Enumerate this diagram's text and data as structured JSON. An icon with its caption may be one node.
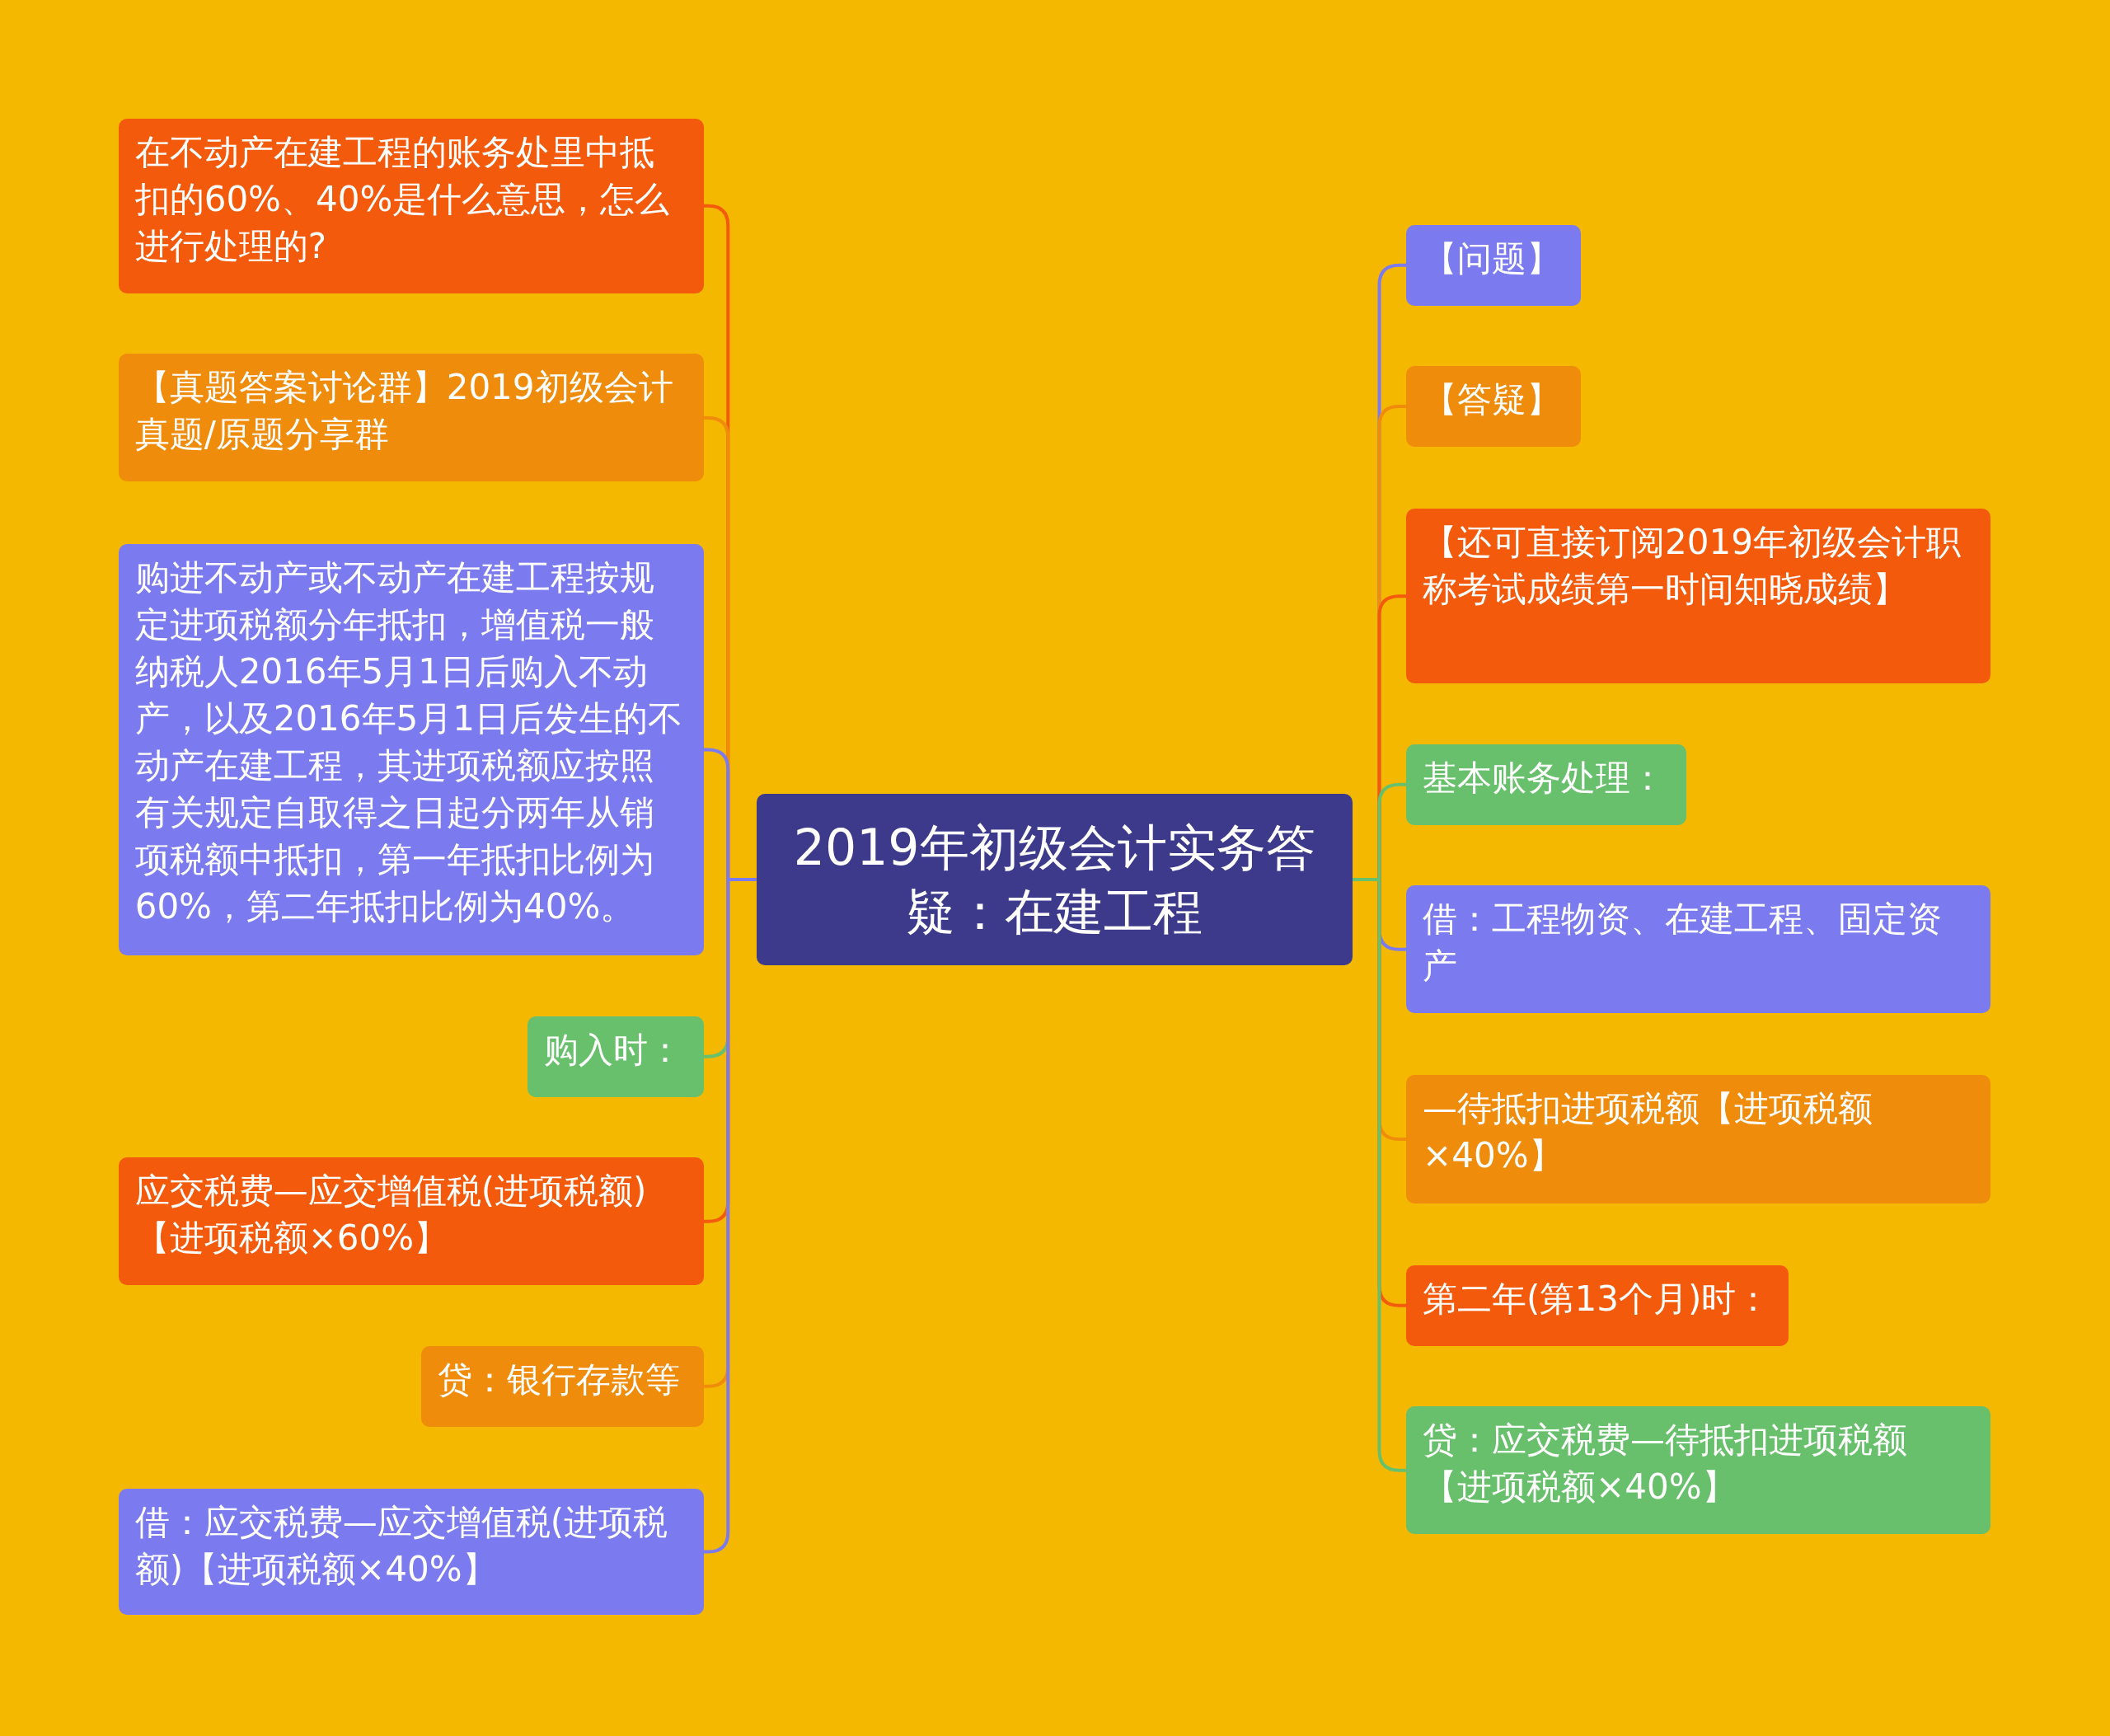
{
  "diagram": {
    "nodes": [
      {
        "text": [
          "2019年初级会计实务答疑：在建工程"
        ]
      },
      {
        "text": [
          "在不动产在建工程的账务处里中抵扣的60%、40%是什么意思，怎么进行处理的?"
        ]
      },
      {
        "text": [
          "【真题答案讨论群】2019初级会计真题/原题分享群"
        ]
      },
      {
        "text": [
          "购进不动产或不动产在建工程按规定进项税额分年抵扣，增值税一般纳税人2016年5月1日后购入不动产，以及2016年5月1日后发生的不动产在建工程，其进项税额应按照有关规定自取得之日起分两年从销项税额中抵扣，第一年抵扣比例为60%，第二年抵扣比例为40%。"
        ]
      },
      {
        "text": [
          "购入时："
        ]
      },
      {
        "text": [
          "应交税费—应交增值税(进项税额)【进项税额×60%】"
        ]
      },
      {
        "text": [
          "贷：银行存款等"
        ]
      },
      {
        "text": [
          "借：应交税费—应交增值税(进项税额)【进项税额×40%】"
        ]
      },
      {
        "text": [
          "【问题】"
        ]
      },
      {
        "text": [
          "【答疑】"
        ]
      },
      {
        "text": [
          "【还可直接订阅2019年初级会计职称考试成绩第一时间知晓成绩】"
        ]
      },
      {
        "text": [
          "基本账务处理："
        ]
      },
      {
        "text": [
          "借：工程物资、在建工程、固定资产"
        ]
      },
      {
        "text": [
          "—待抵扣进项税额【进项税额×40%】"
        ]
      },
      {
        "text": [
          "第二年(第13个月)时："
        ]
      },
      {
        "text": [
          "贷：应交税费—待抵扣进项税额【进项税额×40%】"
        ]
      }
    ],
    "edges": [
      {
        "from": 0,
        "to": 1,
        "arrow": "none",
        "color": "#f45a0c"
      },
      {
        "from": 0,
        "to": 2,
        "arrow": "none",
        "color": "#f08c0c"
      },
      {
        "from": 0,
        "to": 3,
        "arrow": "none",
        "color": "#7b7bef"
      },
      {
        "from": 0,
        "to": 4,
        "arrow": "none",
        "color": "#68c06c"
      },
      {
        "from": 0,
        "to": 5,
        "arrow": "none",
        "color": "#f45a0c"
      },
      {
        "from": 0,
        "to": 6,
        "arrow": "none",
        "color": "#f08c0c"
      },
      {
        "from": 0,
        "to": 7,
        "arrow": "none",
        "color": "#7b7bef"
      },
      {
        "from": 0,
        "to": 8,
        "arrow": "none",
        "color": "#7b7bef"
      },
      {
        "from": 0,
        "to": 9,
        "arrow": "none",
        "color": "#f08c0c"
      },
      {
        "from": 0,
        "to": 10,
        "arrow": "none",
        "color": "#f45a0c"
      },
      {
        "from": 0,
        "to": 11,
        "arrow": "none",
        "color": "#68c06c"
      },
      {
        "from": 0,
        "to": 12,
        "arrow": "none",
        "color": "#7b7bef"
      },
      {
        "from": 0,
        "to": 13,
        "arrow": "none",
        "color": "#f08c0c"
      },
      {
        "from": 0,
        "to": 14,
        "arrow": "none",
        "color": "#f45a0c"
      },
      {
        "from": 0,
        "to": 15,
        "arrow": "none",
        "color": "#68c06c"
      }
    ]
  }
}
